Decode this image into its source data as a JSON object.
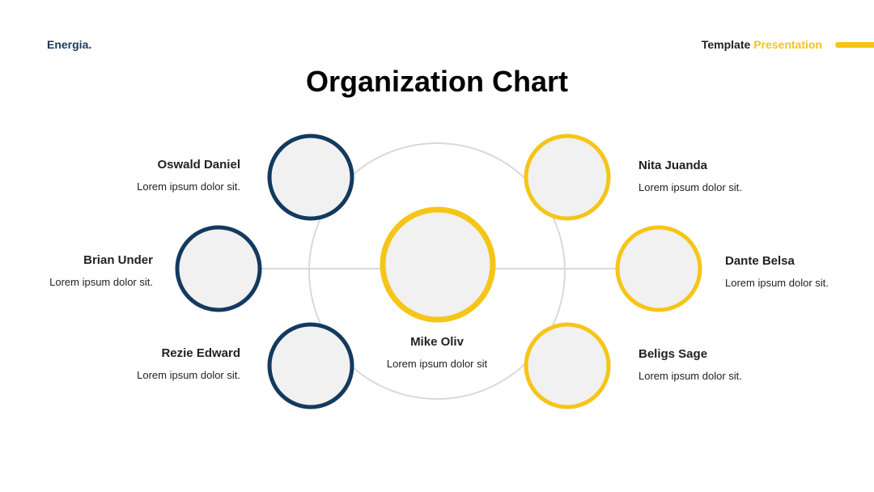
{
  "header": {
    "brand": "Energia.",
    "right_text_1": "Template",
    "right_text_2": "Presentation"
  },
  "title": "Organization Chart",
  "colors": {
    "navy": "#133a5e",
    "yellow": "#f5c518",
    "circle_fill": "#f1f1f1",
    "line": "#d9d9d9"
  },
  "center": {
    "name": "Mike Oliv",
    "desc": "Lorem ipsum dolor sit"
  },
  "members": [
    {
      "name": "Oswald Daniel",
      "desc": "Lorem ipsum dolor sit."
    },
    {
      "name": "Brian Under",
      "desc": "Lorem ipsum dolor sit."
    },
    {
      "name": "Rezie Edward",
      "desc": "Lorem ipsum dolor sit."
    },
    {
      "name": "Nita Juanda",
      "desc": "Lorem ipsum dolor sit."
    },
    {
      "name": "Dante Belsa",
      "desc": "Lorem ipsum dolor sit."
    },
    {
      "name": "Beligs Sage",
      "desc": "Lorem ipsum dolor sit."
    }
  ]
}
